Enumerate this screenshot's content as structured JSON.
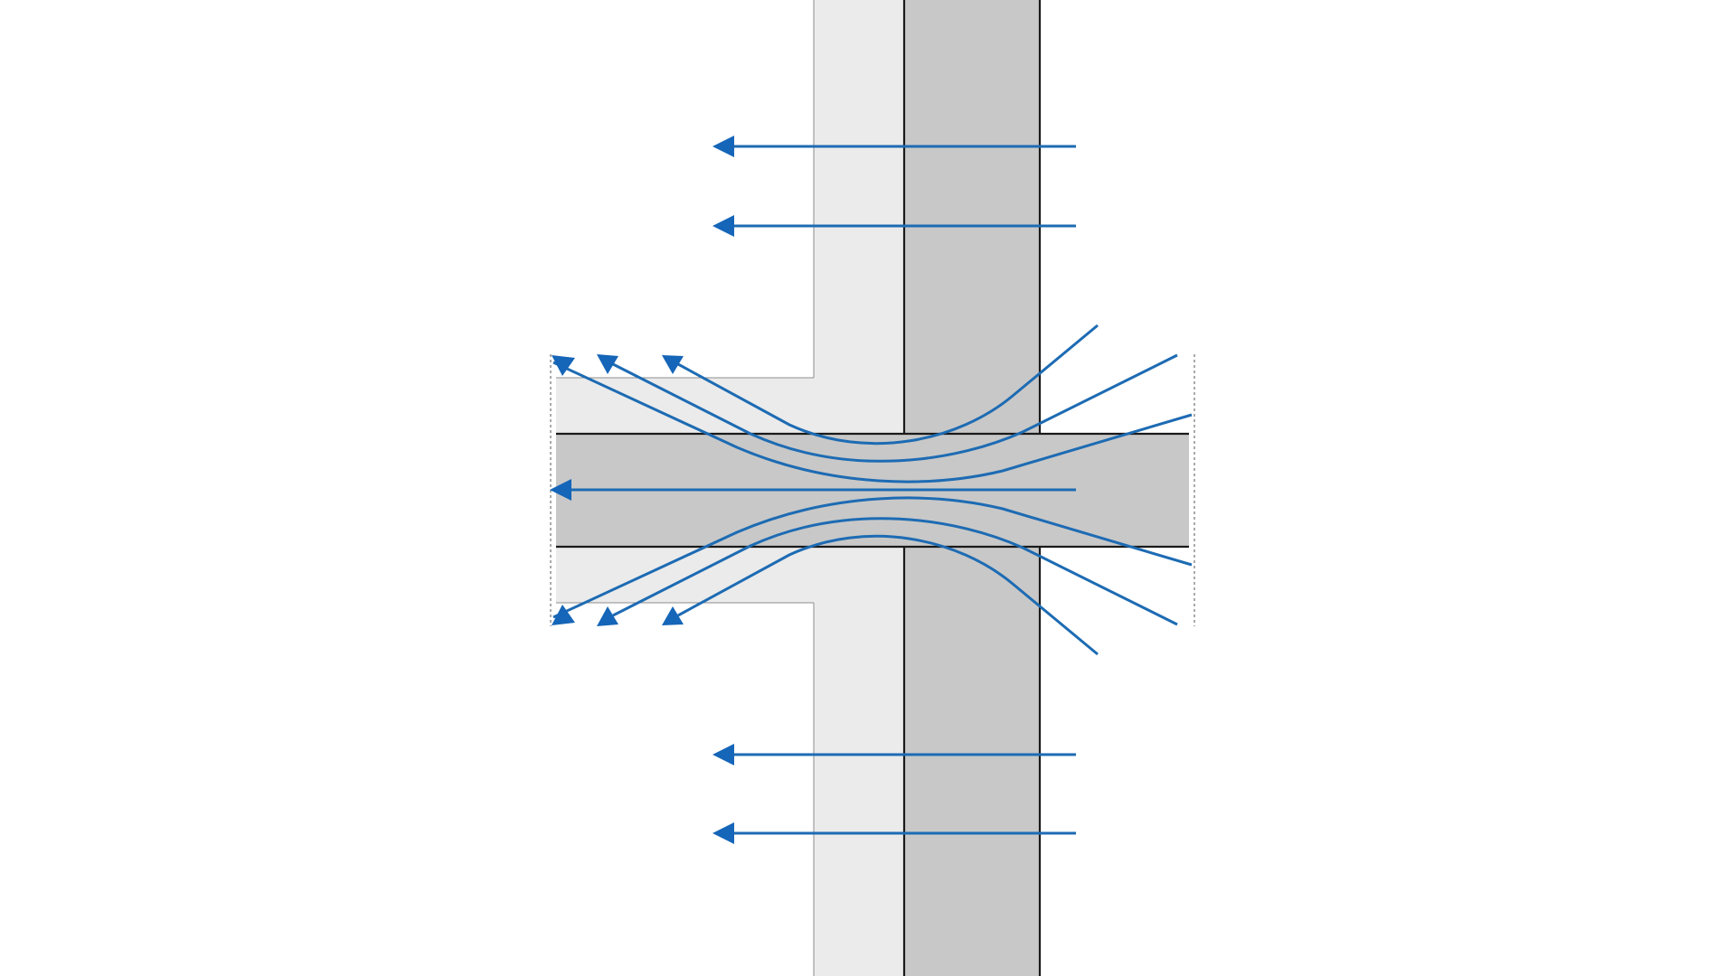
{
  "diagram": {
    "type": "heat-flow-thermal-bridge",
    "description_visible_text": "",
    "colors": {
      "background": "#ffffff",
      "insulation_fill": "#ebebeb",
      "structure_fill": "#c8c8c8",
      "boundary_line": "#1a1a1a",
      "thin_line": "#8c8c8c",
      "flow_line": "#1d6bb3",
      "arrowhead": "#1565b8"
    },
    "layers": [
      {
        "name": "wall-insulation-layer",
        "material": "insulation"
      },
      {
        "name": "wall-structure-layer",
        "material": "structure"
      },
      {
        "name": "slab-structure",
        "material": "structure"
      },
      {
        "name": "slab-insulation-top",
        "material": "insulation"
      },
      {
        "name": "slab-insulation-bottom",
        "material": "insulation"
      }
    ],
    "flow_lines": {
      "straight_upper_count": 2,
      "straight_lower_count": 2,
      "converging_upper_count": 3,
      "converging_lower_count": 3,
      "center_count": 1,
      "direction": "right-to-left"
    }
  }
}
